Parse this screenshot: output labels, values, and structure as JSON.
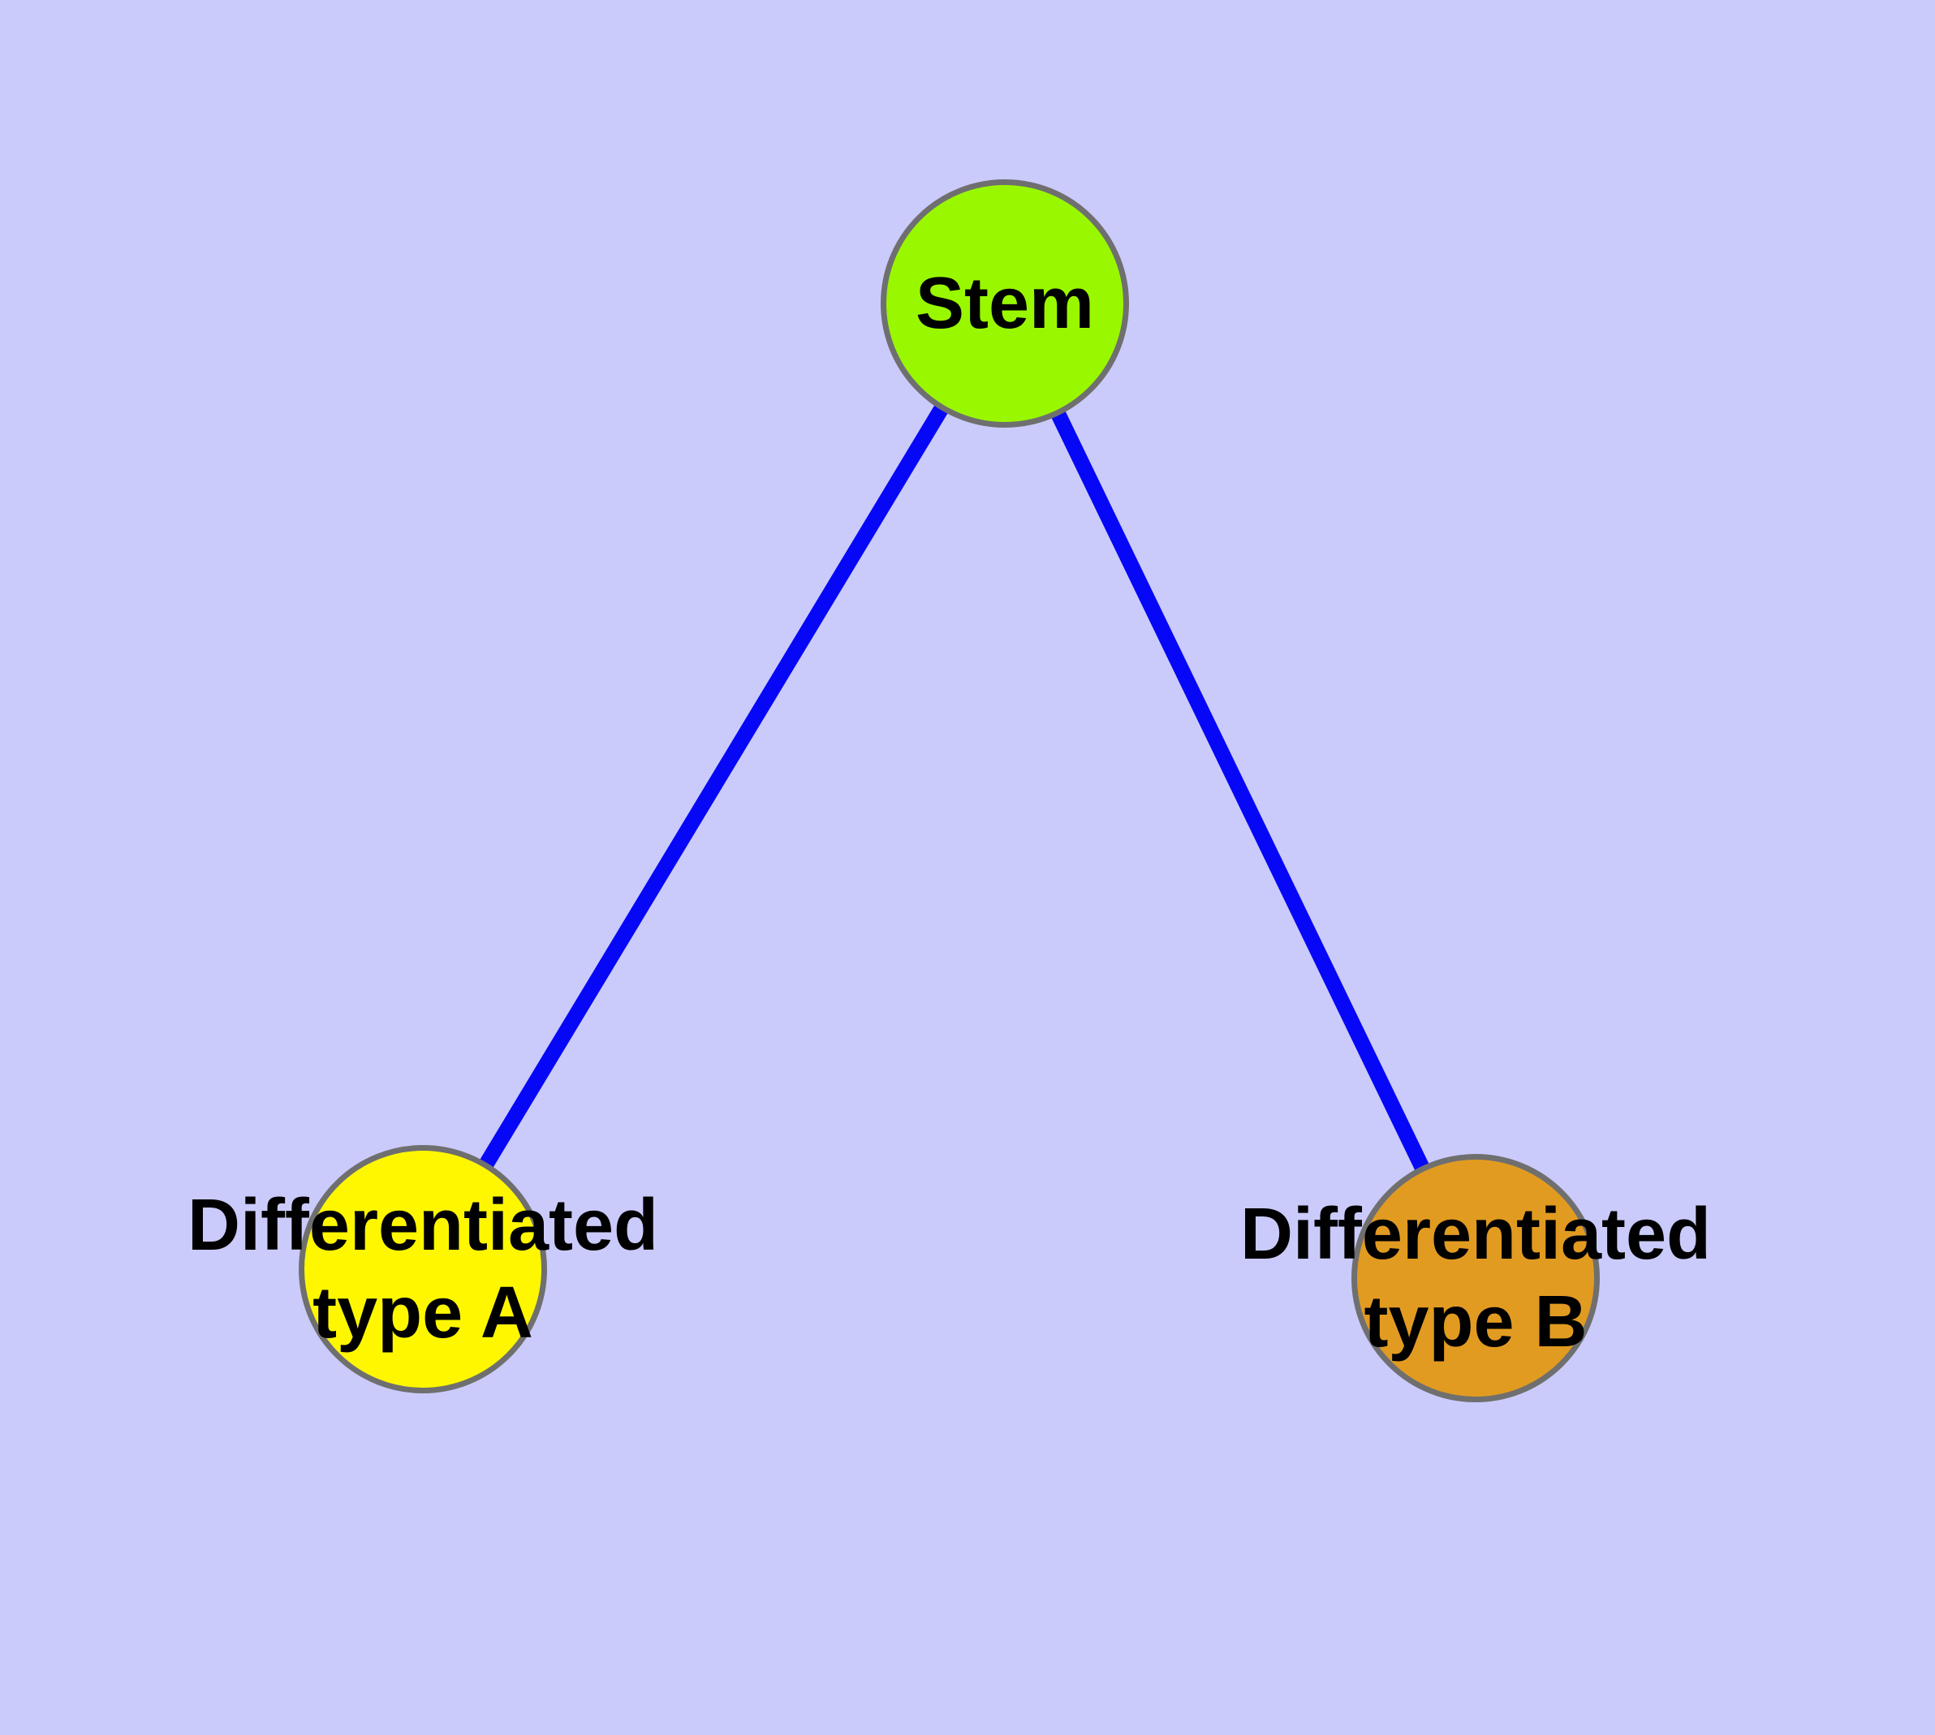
{
  "diagram": {
    "background_color": "#CACBFA",
    "edge_color": "#0707F7",
    "node_border_color": "#6F6F6F",
    "text_color": "#000000",
    "nodes": [
      {
        "id": "stem",
        "label": "Stem",
        "fill": "#99F800"
      },
      {
        "id": "type-a",
        "label": "Differentiated\ntype A",
        "fill": "#FEF700"
      },
      {
        "id": "type-b",
        "label": "Differentiated\ntype B",
        "fill": "#E29B21"
      }
    ],
    "edges": [
      {
        "from": "Stem",
        "to": "Differentiated type A"
      },
      {
        "from": "Stem",
        "to": "Differentiated type B"
      }
    ]
  }
}
